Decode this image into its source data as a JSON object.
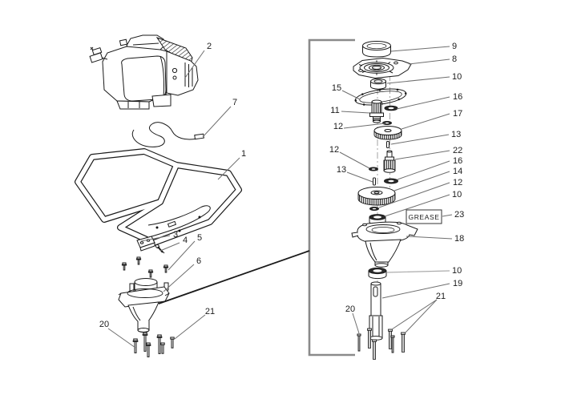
{
  "diagram": {
    "grease_label": "GREASE"
  },
  "colors": {
    "outline": "#1a1a1a",
    "leader": "#6f6f6f",
    "leader_light": "#ababab",
    "bracket": "#8a8a8a",
    "screw_shade": "#c9c9c9",
    "background": "#ffffff"
  },
  "callouts": [
    {
      "n": "2"
    },
    {
      "n": "7"
    },
    {
      "n": "1"
    },
    {
      "n": "3"
    },
    {
      "n": "4"
    },
    {
      "n": "5"
    },
    {
      "n": "6"
    },
    {
      "n": "20"
    },
    {
      "n": "21"
    },
    {
      "n": "15"
    },
    {
      "n": "11"
    },
    {
      "n": "12"
    },
    {
      "n": "12"
    },
    {
      "n": "13"
    },
    {
      "n": "9"
    },
    {
      "n": "8"
    },
    {
      "n": "10"
    },
    {
      "n": "16"
    },
    {
      "n": "17"
    },
    {
      "n": "13"
    },
    {
      "n": "22"
    },
    {
      "n": "16"
    },
    {
      "n": "14"
    },
    {
      "n": "12"
    },
    {
      "n": "10"
    },
    {
      "n": "23"
    },
    {
      "n": "18"
    },
    {
      "n": "10"
    },
    {
      "n": "19"
    },
    {
      "n": "21"
    },
    {
      "n": "20"
    }
  ]
}
